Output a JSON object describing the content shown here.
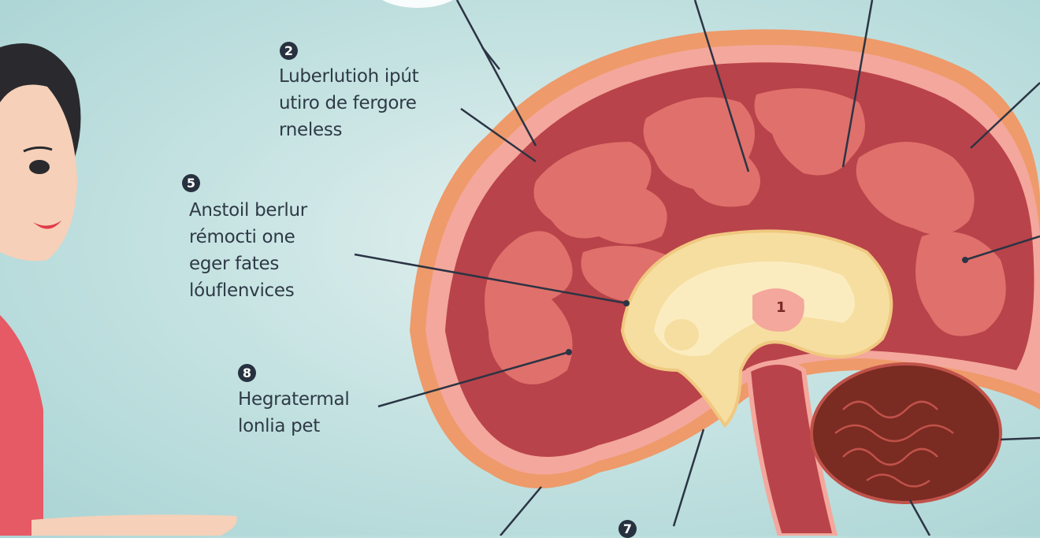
{
  "labels": [
    {
      "number": "2",
      "lines": [
        "Luberlutioh ipút",
        "utiro de fergore",
        "rneless"
      ]
    },
    {
      "number": "5",
      "lines": [
        "Anstoil berlur",
        "rémocti one",
        "eger fates",
        "lóuflenvices"
      ]
    },
    {
      "number": "8",
      "lines": [
        "Hegratermal",
        "lonlia pet"
      ]
    },
    {
      "number": "7",
      "lines": []
    }
  ],
  "center_number": "1",
  "colors": {
    "background": "#c6e3e2",
    "brain_outer": "#ee9a6a",
    "brain_rim": "#f4a79c",
    "brain_cortex": "#b9434a",
    "gyri": "#e0706b",
    "corpus": "#f6dea0",
    "cerebellum": "#7a2b22",
    "text": "#2e3a46"
  }
}
